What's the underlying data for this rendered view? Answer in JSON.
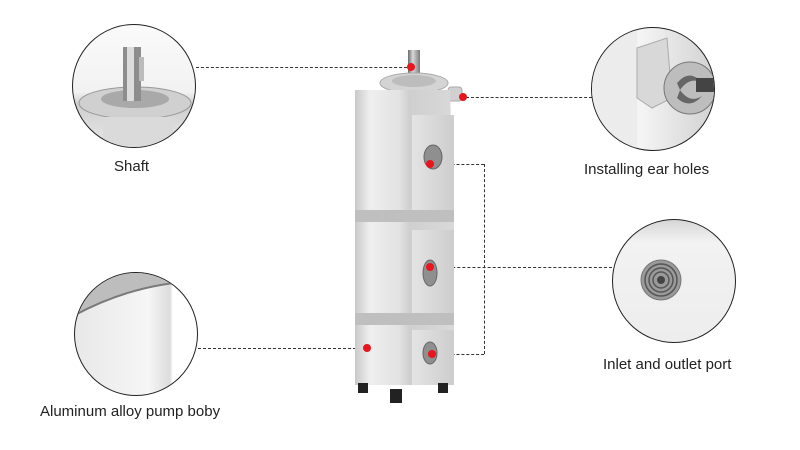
{
  "callouts": [
    {
      "id": "shaft",
      "label": "Shaft"
    },
    {
      "id": "installing-ear-holes",
      "label": "Installing ear holes"
    },
    {
      "id": "inlet-outlet-port",
      "label": "Inlet and outlet port"
    },
    {
      "id": "pump-body",
      "label": "Aluminum alloy pump boby"
    }
  ],
  "colors": {
    "marker": "#e8141e",
    "leader_line": "#333333",
    "aluminum_light": "#ececec",
    "aluminum_mid": "#d6d6d6",
    "aluminum_dark": "#b8b8b8"
  }
}
